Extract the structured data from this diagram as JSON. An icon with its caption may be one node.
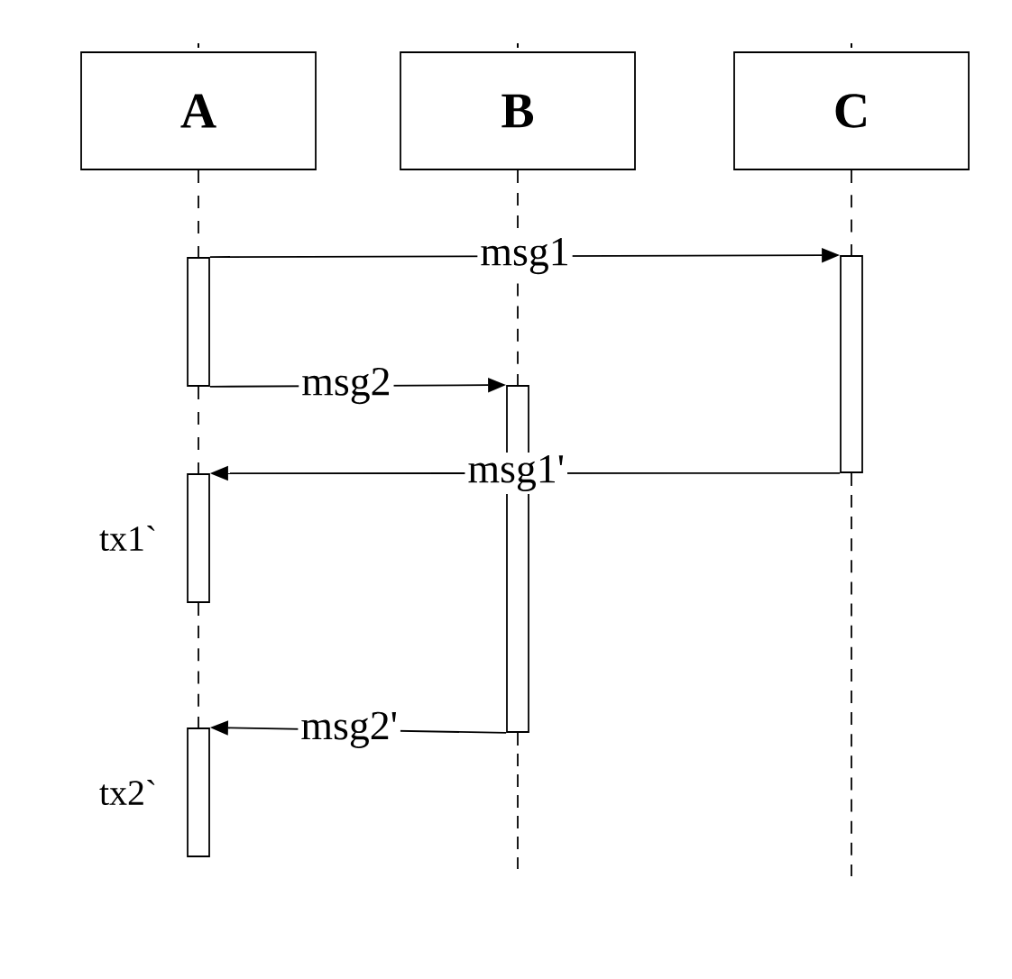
{
  "diagram": {
    "nodes": [
      {
        "text": [
          "A"
        ]
      },
      {
        "text": [
          "B"
        ]
      },
      {
        "text": [
          "C"
        ]
      },
      {
        "text": [],
        "shape": "bar"
      },
      {
        "text": [],
        "shape": "bar"
      },
      {
        "text": [],
        "shape": "bar"
      },
      {
        "text": [],
        "shape": "bar",
        "beside": [
          "tx1`"
        ]
      },
      {
        "text": [],
        "shape": "bar",
        "beside": [
          "tx2`"
        ]
      }
    ],
    "edges": [
      {
        "from": 3,
        "to": 4,
        "arrow": "to",
        "label": "msg1"
      },
      {
        "from": 3,
        "to": 5,
        "arrow": "to",
        "label": "msg2"
      },
      {
        "from": 4,
        "to": 6,
        "arrow": "to",
        "label": "msg1'"
      },
      {
        "from": 5,
        "to": 7,
        "arrow": "to",
        "label": "msg2'"
      },
      {
        "from": 0,
        "to": 3,
        "arrow": "none",
        "style": "dashed"
      },
      {
        "from": 3,
        "to": 6,
        "arrow": "none",
        "style": "dashed"
      },
      {
        "from": 6,
        "to": 7,
        "arrow": "none",
        "style": "dashed"
      },
      {
        "from": 1,
        "to": 5,
        "arrow": "none",
        "style": "dashed"
      },
      {
        "from": 5,
        "to": null,
        "arrow": "none",
        "style": "dashed"
      },
      {
        "from": 2,
        "to": 4,
        "arrow": "none",
        "style": "dashed"
      },
      {
        "from": 4,
        "to": null,
        "arrow": "none",
        "style": "dashed"
      }
    ]
  }
}
